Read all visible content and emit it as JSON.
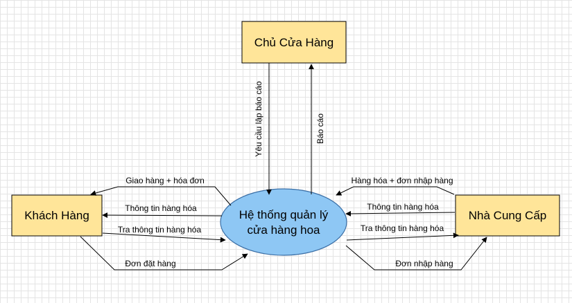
{
  "diagram": {
    "colors": {
      "entity_fill": "#ffe599",
      "entity_stroke": "#000000",
      "process_fill": "#8ec7f4",
      "process_stroke": "#3a6ea5"
    },
    "nodes": {
      "owner": "Chủ Cửa Hàng",
      "customer": "Khách Hàng",
      "supplier": "Nhà Cung Cấp",
      "system_line1": "Hệ thống quản lý",
      "system_line2": "cửa hàng hoa"
    },
    "edges": {
      "report_request": "Yêu cầu lập báo cáo",
      "report": "Báo cáo",
      "delivery_invoice": "Giao hàng + hóa đơn",
      "product_info_to_customer": "Thông tin hàng hóa",
      "product_lookup_customer": "Tra thông tin hàng hóa",
      "order": "Đơn đặt hàng",
      "goods_purchase_order": "Hàng hóa + đơn nhập hàng",
      "product_info_from_supplier": "Thông tin hàng hóa",
      "product_lookup_supplier": "Tra thông tin hàng hóa",
      "purchase_order": "Đơn nhập hàng"
    }
  }
}
